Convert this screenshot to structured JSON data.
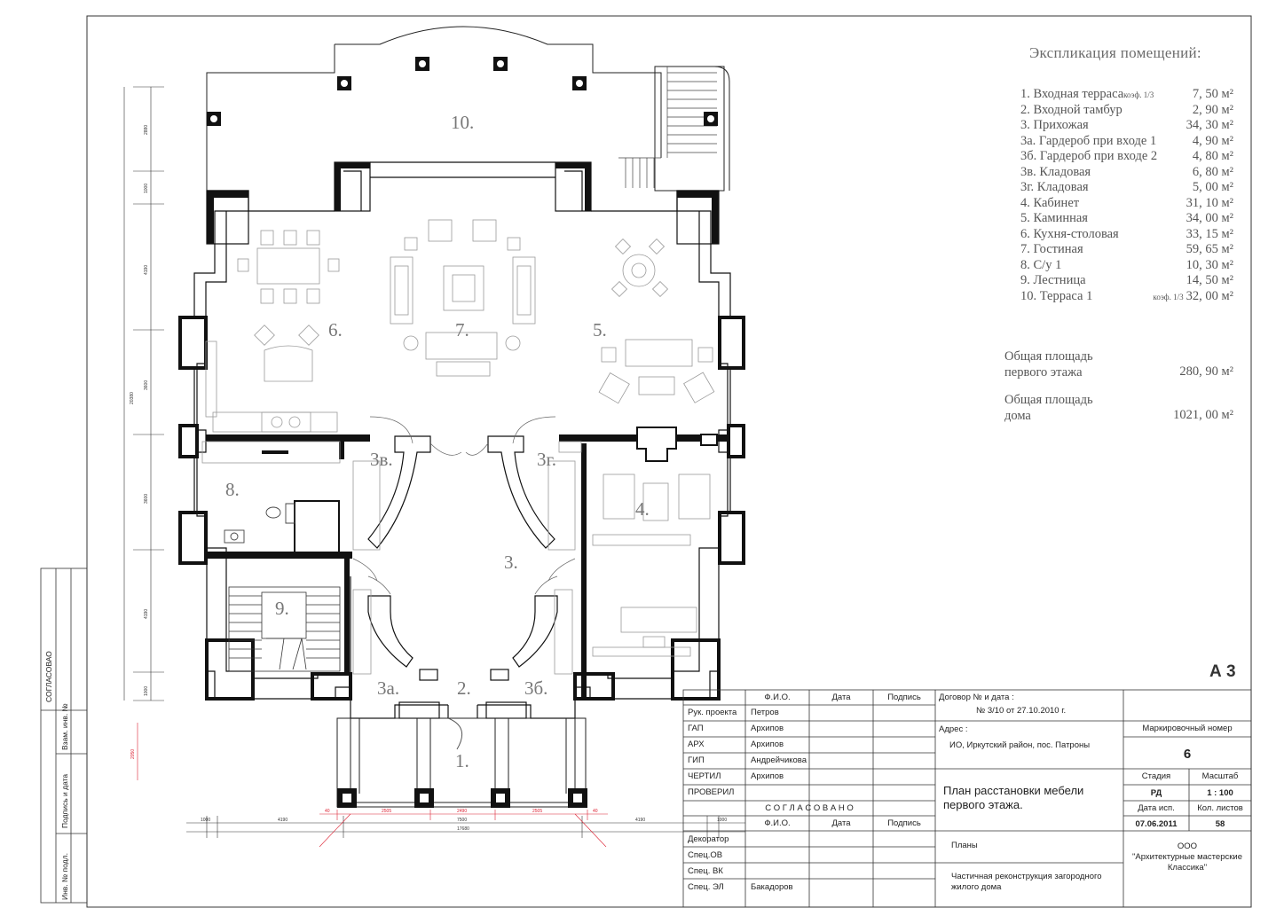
{
  "explication": {
    "title": "Экспликация помещений:",
    "rooms": [
      {
        "name": "1. Входная терраса",
        "coef": "коэф. 1/3",
        "area": "7, 50 м²"
      },
      {
        "name": "2. Входной тамбур",
        "coef": "",
        "area": "2, 90 м²"
      },
      {
        "name": "3. Прихожая",
        "coef": "",
        "area": "34, 30 м²"
      },
      {
        "name": "3а. Гардероб при входе 1",
        "coef": "",
        "area": "4, 90 м²"
      },
      {
        "name": "3б. Гардероб при входе 2",
        "coef": "",
        "area": "4, 80 м²"
      },
      {
        "name": "3в. Кладовая",
        "coef": "",
        "area": "6, 80 м²"
      },
      {
        "name": "3г. Кладовая",
        "coef": "",
        "area": "5, 00 м²"
      },
      {
        "name": "4. Кабинет",
        "coef": "",
        "area": "31, 10 м²"
      },
      {
        "name": "5. Каминная",
        "coef": "",
        "area": "34, 00 м²"
      },
      {
        "name": "6. Кухня-столовая",
        "coef": "",
        "area": "33, 15 м²"
      },
      {
        "name": "7. Гостиная",
        "coef": "",
        "area": "59, 65 м²"
      },
      {
        "name": "8. С/у 1",
        "coef": "",
        "area": "10, 30 м²"
      },
      {
        "name": "9. Лестница",
        "coef": "",
        "area": "14, 50 м²"
      },
      {
        "name": "10.  Терраса 1",
        "coef": "коэф. 1/3",
        "area": "32, 00 м²"
      }
    ],
    "total_floor": {
      "label_line1": "Общая площадь",
      "label_line2": "первого этажа",
      "value": "280, 90 м²"
    },
    "total_house": {
      "label_line1": "Общая площадь",
      "label_line2": "дома",
      "value": "1021, 00 м²"
    }
  },
  "sheet_format": "А 3",
  "plan": {
    "room_labels": {
      "r1": "1.",
      "r2": "2.",
      "r3": "3.",
      "r3a": "3а.",
      "r3b": "3б.",
      "r3v": "3в.",
      "r3g": "3г.",
      "r4": "4.",
      "r5": "5.",
      "r6": "6.",
      "r7": "7.",
      "r8": "8.",
      "r9": "9.",
      "r10": "10."
    },
    "bottom_dims": {
      "row1": [
        "1000",
        "4190",
        "7500",
        "4190",
        "1000"
      ],
      "row_red": [
        "40",
        "2505",
        "2490",
        "2505",
        "40"
      ],
      "total": "17680"
    },
    "left_dims": [
      "2880",
      "1000",
      "4190",
      "3600",
      "3600",
      "4190",
      "1000"
    ],
    "left_total": "20380",
    "left_red": "2050"
  },
  "side_stamp": {
    "soglasovano": "СОГЛАСОВАО",
    "vzam": "Взам. инв. №",
    "podpis": "Подпись и дата",
    "inv": "Инв. № подл."
  },
  "title_block": {
    "col_fio": "Ф.И.О.",
    "col_date": "Дата",
    "col_sign": "Подпись",
    "rows": [
      {
        "role": "Рук. проекта",
        "name": "Петров"
      },
      {
        "role": "ГАП",
        "name": "Архипов"
      },
      {
        "role": "АРХ",
        "name": "Архипов"
      },
      {
        "role": "ГИП",
        "name": "Андрейчикова"
      },
      {
        "role": "ЧЕРТИЛ",
        "name": "Архипов"
      },
      {
        "role": "ПРОВЕРИЛ",
        "name": ""
      }
    ],
    "soglasovano": "С О Г Л А С О В А Н О",
    "col_fio2": "Ф.И.О.",
    "col_date2": "Дата",
    "col_sign2": "Подпись",
    "rows2": [
      {
        "role": "Декоратор",
        "name": ""
      },
      {
        "role": "Спец.ОВ",
        "name": ""
      },
      {
        "role": "Спец. ВК",
        "name": ""
      },
      {
        "role": "Спец. ЭЛ",
        "name": "Бакадоров"
      }
    ],
    "contract_label": "Договор № и дата :",
    "contract_value": "№ 3/10 от 27.10.2010 г.",
    "address_label": "Адрес :",
    "address_value": "ИО, Иркутский район, пос. Патроны",
    "drawing_title_line1": "План расстановки мебели",
    "drawing_title_line2": "первого этажа.",
    "section": "Планы",
    "project_line1": "Частичная реконструкция загородного",
    "project_line2": "жилого дома",
    "marking_label": "Маркировочный номер",
    "marking_value": "6",
    "stage_label": "Стадия",
    "stage_value": "РД",
    "scale_label": "Масштаб",
    "scale_value": "1 : 100",
    "issue_label": "Дата исп.",
    "issue_value": "07.06.2011",
    "sheets_label": "Кол. листов",
    "sheets_value": "58",
    "org_line1": "ООО",
    "org_line2": "\"Архитектурные мастерские",
    "org_line3": "Классика\""
  },
  "colors": {
    "lines": "#222222",
    "furniture": "#9a9a9a",
    "labels": "#777777",
    "red_dims": "#dd2233"
  }
}
